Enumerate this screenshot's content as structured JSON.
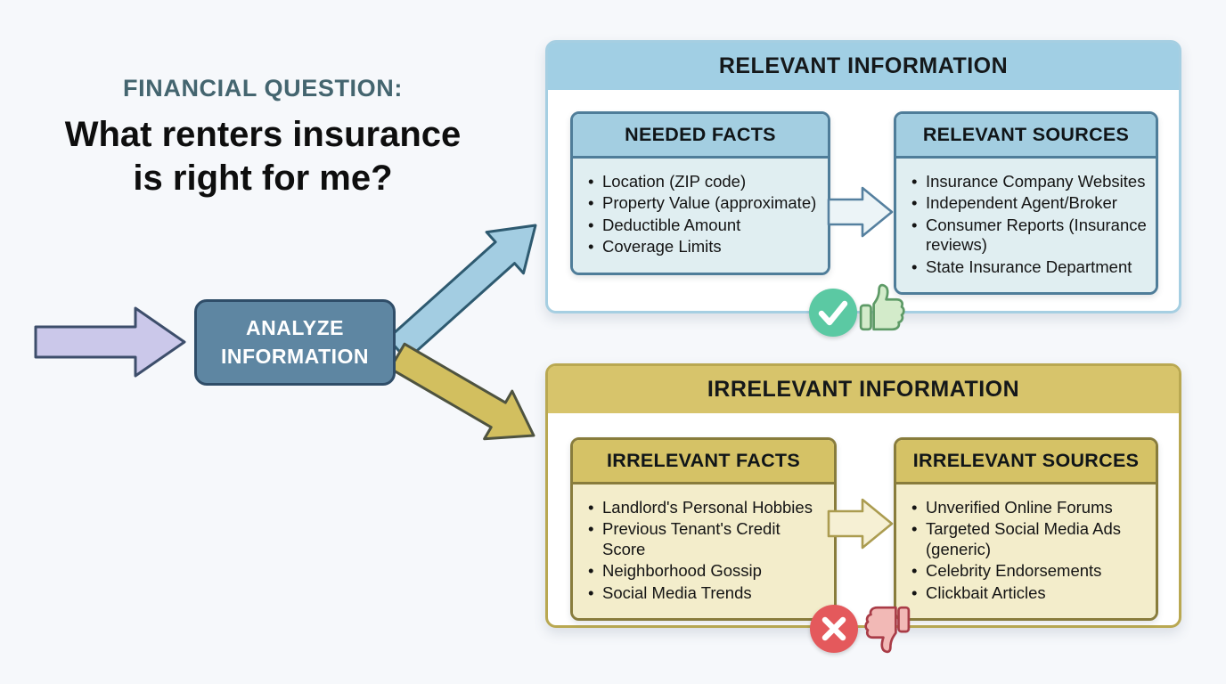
{
  "question": {
    "label": "FINANCIAL QUESTION:",
    "text": "What renters insurance is right for me?"
  },
  "analyze": {
    "label": "ANALYZE INFORMATION"
  },
  "relevant": {
    "title": "RELEVANT INFORMATION",
    "facts": {
      "title": "NEEDED FACTS",
      "items": [
        "Location (ZIP code)",
        "Property Value (approximate)",
        "Deductible Amount",
        "Coverage Limits"
      ]
    },
    "sources": {
      "title": "RELEVANT SOURCES",
      "items": [
        "Insurance Company Websites",
        "Independent Agent/Broker",
        "Consumer Reports (Insurance reviews)",
        "State Insurance Department"
      ]
    },
    "status_icons": [
      "check-circle-icon",
      "thumbs-up-icon"
    ]
  },
  "irrelevant": {
    "title": "IRRELEVANT INFORMATION",
    "facts": {
      "title": "IRRELEVANT FACTS",
      "items": [
        "Landlord's Personal Hobbies",
        "Previous Tenant's Credit Score",
        "Neighborhood Gossip",
        "Social Media Trends"
      ]
    },
    "sources": {
      "title": "IRRELEVANT SOURCES",
      "items": [
        "Unverified Online Forums",
        "Targeted Social Media Ads (generic)",
        "Celebrity Endorsements",
        "Clickbait Articles"
      ]
    },
    "status_icons": [
      "x-circle-icon",
      "thumbs-down-icon"
    ]
  },
  "colors": {
    "background": "#f6f8fb",
    "question_label": "#44656f",
    "analyze_box": "#5e86a2",
    "relevant_accent": "#a1cfe4",
    "relevant_body": "#e0eef1",
    "irrelevant_accent": "#d7c46b",
    "irrelevant_body": "#f3edcb",
    "input_arrow": "#cbc8ea",
    "relevant_arrow": "#a3cde2",
    "irrelevant_arrow": "#d2bf5f",
    "check_green": "#5bc9a3",
    "x_red": "#e4595c"
  }
}
